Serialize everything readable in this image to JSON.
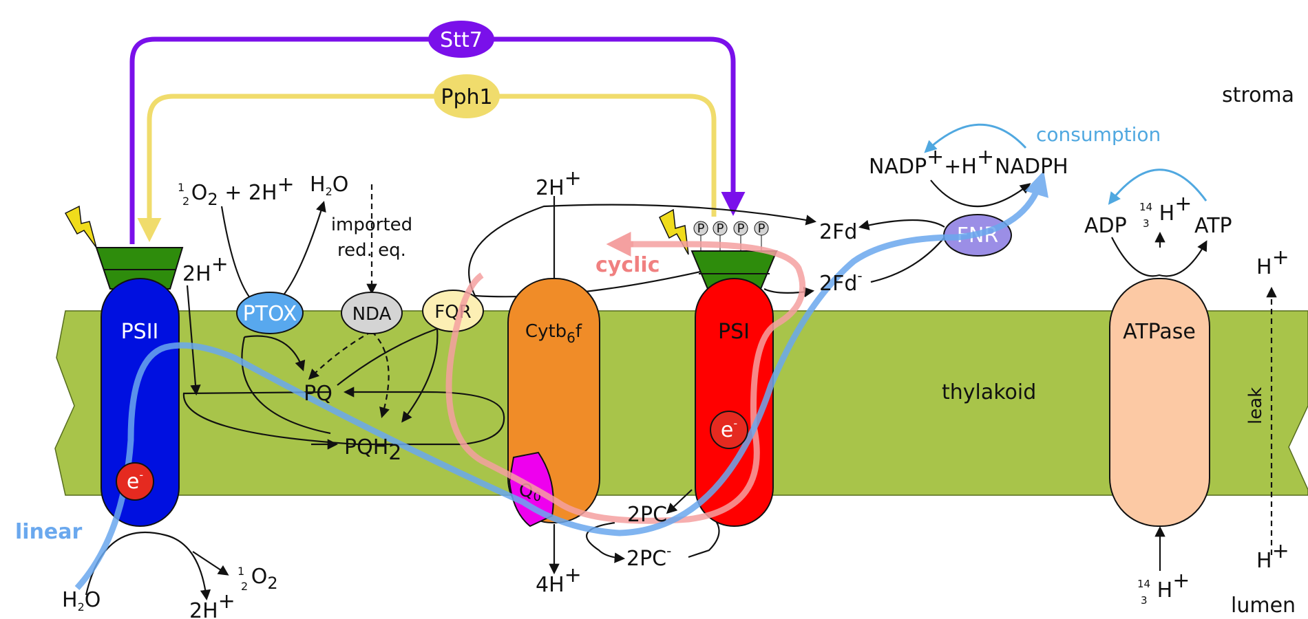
{
  "regions": {
    "stroma": "stroma",
    "thylakoid": "thylakoid",
    "lumen": "lumen"
  },
  "kinases": {
    "stt7": "Stt7",
    "pph1": "Pph1"
  },
  "complexes": {
    "psii": "PSII",
    "ptox": "PTOX",
    "nda": "NDA",
    "fqr": "FQR",
    "cytb6f_main": "Cytb",
    "cytb6f_sub": "6",
    "cytb6f_tail": "f",
    "q0_main": "Q",
    "q0_sub": "0",
    "psi": "PSI",
    "fnr": "FNR",
    "atpase": "ATPase"
  },
  "carriers": {
    "pq": "PQ",
    "pqh2_main": "PQH",
    "pqh2_sub": "2",
    "fd": "2Fd",
    "fd_red": "2Fd",
    "fd_red_sup": "-",
    "pc": "2PC",
    "pc_red": "2PC",
    "pc_red_sup": "-",
    "electron": "e",
    "electron_sup": "-",
    "phospho": "P"
  },
  "species": {
    "h2o": "H",
    "h2o_sub": "2",
    "h2o_tail": "O",
    "half": "1",
    "half_den": "2",
    "o2": "O",
    "o2_sub": "2",
    "plus_2h": "+ 2H",
    "plus_sign": "+",
    "two_h": "2H",
    "four_h": "4H",
    "h": "H",
    "imported_1": "imported",
    "imported_2": "red. eq.",
    "nadp": "NADP",
    "nadp_h": "+H",
    "nadph": "NADPH",
    "adp": "ADP",
    "atp": "ATP",
    "frac_num": "14",
    "frac_den": "3"
  },
  "pathways": {
    "linear": "linear",
    "cyclic": "cyclic",
    "consumption": "consumption",
    "leak": "leak"
  },
  "colors": {
    "membrane": "#a8c44a",
    "psii": "#0010e0",
    "psi": "#ff0000",
    "cytb6f": "#f08c28",
    "atpase": "#fcc9a4",
    "ptox": "#58a8ee",
    "nda": "#d4d4d4",
    "fqr": "#fcefb4",
    "fnr": "#9b8ee6",
    "q0": "#ee00ee",
    "stt7": "#7a10ea",
    "pph1": "#f0dc6c",
    "linear": "#6aa8ee",
    "cyclic": "#f4a0a0",
    "consumption": "#50a8e0",
    "antenna": "#2e8c0c"
  }
}
